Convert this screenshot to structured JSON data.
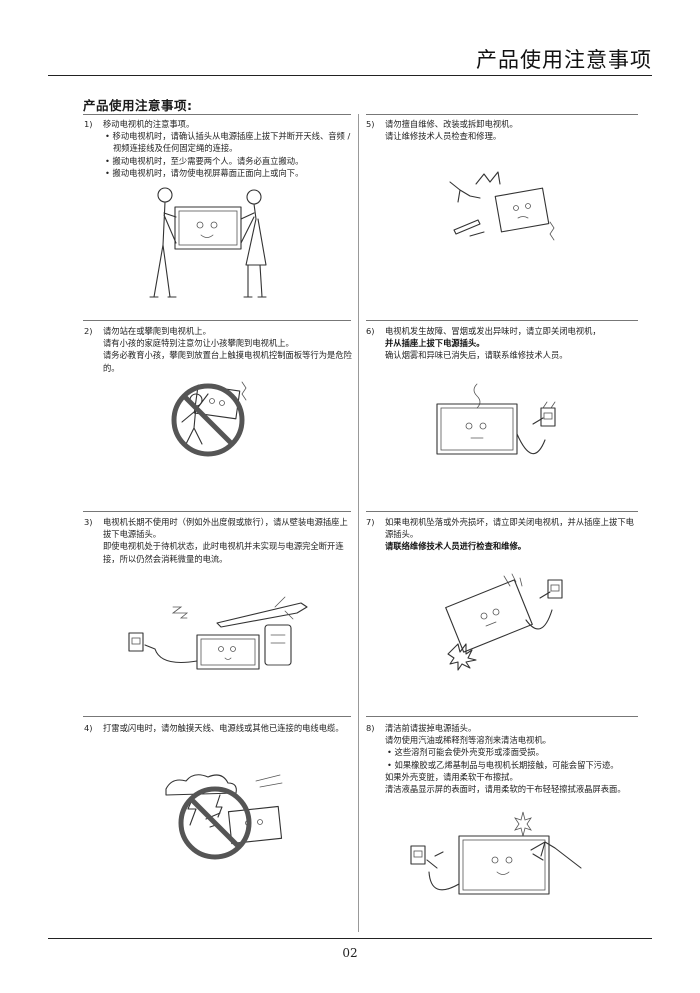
{
  "header": {
    "title": "产品使用注意事项"
  },
  "section_title": "产品使用注意事项:",
  "items": [
    {
      "num": "1)",
      "lines": [
        {
          "text": "移动电视机的注意事项。",
          "bullet": false,
          "bold": false
        },
        {
          "text": "移动电视机时，请确认插头从电源插座上拔下并断开天线、音频 / 视频连接线及任何固定绳的连接。",
          "bullet": true,
          "bold": false
        },
        {
          "text": "搬动电视机时，至少需要两个人。请务必直立搬动。",
          "bullet": true,
          "bold": false
        },
        {
          "text": "搬动电视机时，请勿使电视屏幕面正面向上或向下。",
          "bullet": true,
          "bold": false
        }
      ]
    },
    {
      "num": "2)",
      "lines": [
        {
          "text": "请勿站在或攀爬到电视机上。",
          "bullet": false,
          "bold": false
        },
        {
          "text": "请有小孩的家庭特别注意勿让小孩攀爬到电视机上。",
          "bullet": false,
          "bold": false
        },
        {
          "text": "请务必教育小孩，攀爬到放置台上触摸电视机控制面板等行为是危险的。",
          "bullet": false,
          "bold": false
        }
      ]
    },
    {
      "num": "3)",
      "lines": [
        {
          "text": "电视机长期不使用时（例如外出度假或旅行），请从壁装电源插座上拔下电源插头。",
          "bullet": false,
          "bold": false
        },
        {
          "text": "即使电视机处于待机状态，此时电视机并未实现与电源完全断开连接，所以仍然会消耗微量的电流。",
          "bullet": false,
          "bold": false
        }
      ]
    },
    {
      "num": "4)",
      "lines": [
        {
          "text": "打雷或闪电时，请勿触摸天线、电源线或其他已连接的电线电缆。",
          "bullet": false,
          "bold": false
        }
      ]
    },
    {
      "num": "5)",
      "lines": [
        {
          "text": "请勿擅自维修、改装或拆卸电视机。",
          "bullet": false,
          "bold": false
        },
        {
          "text": "请让维修技术人员检查和修理。",
          "bullet": false,
          "bold": false
        }
      ]
    },
    {
      "num": "6)",
      "lines": [
        {
          "text": "电视机发生故障、冒烟或发出异味时，请立即关闭电视机，",
          "bullet": false,
          "bold": false
        },
        {
          "text": "并从插座上拔下电源插头。",
          "bullet": false,
          "bold": true
        },
        {
          "text": "确认烟雾和异味已消失后，请联系维修技术人员。",
          "bullet": false,
          "bold": false
        }
      ]
    },
    {
      "num": "7)",
      "lines": [
        {
          "text": "如果电视机坠落或外壳损坏，请立即关闭电视机，并从插座上拔下电源插头。",
          "bullet": false,
          "bold": false
        },
        {
          "text": "请联络维修技术人员进行检查和维修。",
          "bullet": false,
          "bold": true
        }
      ]
    },
    {
      "num": "8)",
      "lines": [
        {
          "text": "清洁前请拔掉电源插头。",
          "bullet": false,
          "bold": false
        },
        {
          "text": "请勿使用汽油或稀释剂等溶剂来清洁电视机。",
          "bullet": false,
          "bold": false
        },
        {
          "text": "这些溶剂可能会使外壳变形或漆面受损。",
          "bullet": true,
          "bold": false
        },
        {
          "text": "如果橡胶或乙烯基制品与电视机长期接触，可能会留下污迹。",
          "bullet": true,
          "bold": false
        },
        {
          "text": "如果外壳变脏，请用柔软干布擦拭。",
          "bullet": false,
          "bold": false
        },
        {
          "text": "清洁液晶显示屏的表面时，请用柔软的干布轻轻擦拭液晶屏表面。",
          "bullet": false,
          "bold": false
        }
      ]
    }
  ],
  "footer": {
    "page_number": "02"
  }
}
